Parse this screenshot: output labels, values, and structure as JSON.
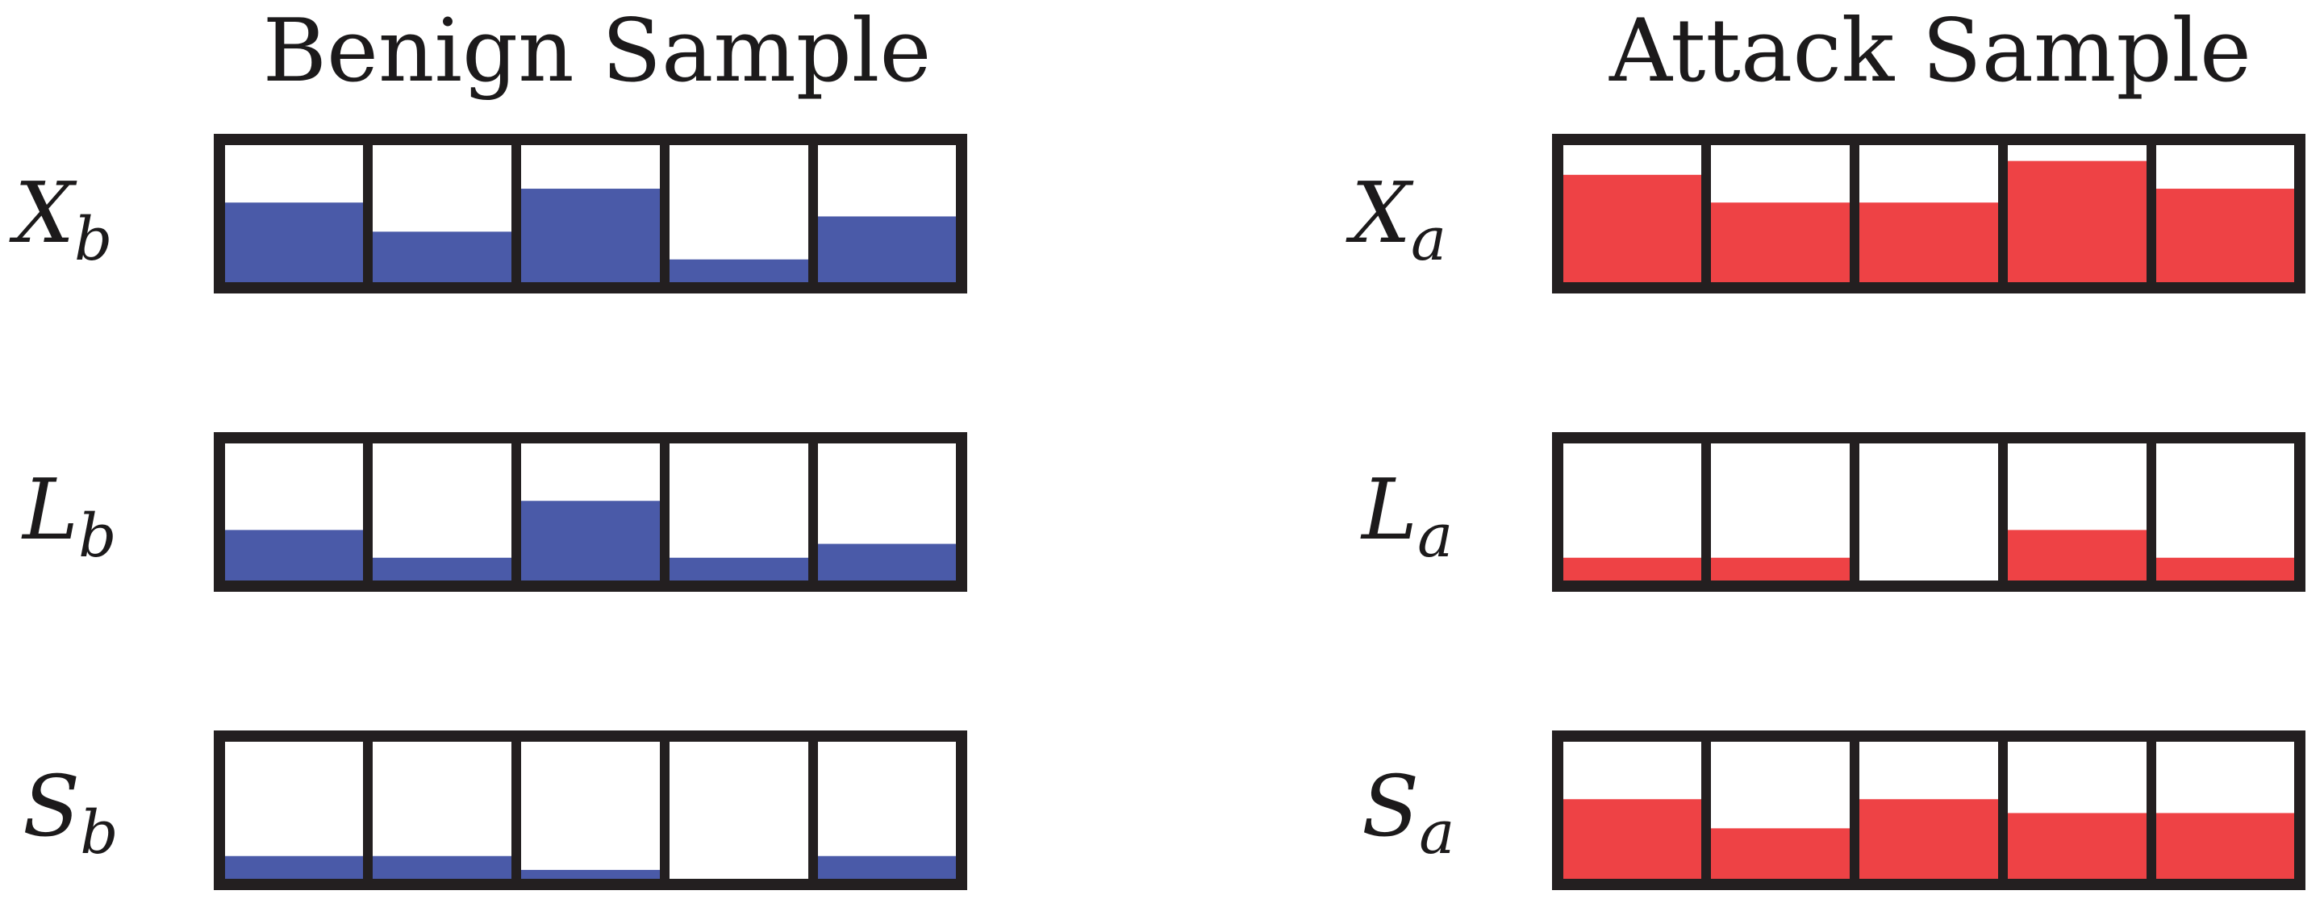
{
  "colors": {
    "benign": "#4a5aa8",
    "attack": "#ee4245",
    "frame": "#231f20",
    "text": "#1c1a1b"
  },
  "panels": [
    {
      "title": "Benign Sample",
      "color_key": "benign",
      "rows": [
        {
          "base": "X",
          "sub": "b",
          "levels": [
            0.58,
            0.37,
            0.68,
            0.17,
            0.48
          ]
        },
        {
          "base": "L",
          "sub": "b",
          "levels": [
            0.37,
            0.17,
            0.58,
            0.17,
            0.27
          ]
        },
        {
          "base": "S",
          "sub": "b",
          "levels": [
            0.17,
            0.17,
            0.07,
            0.0,
            0.17
          ]
        }
      ]
    },
    {
      "title": "Attack Sample",
      "color_key": "attack",
      "rows": [
        {
          "base": "X",
          "sub": "a",
          "levels": [
            0.78,
            0.58,
            0.58,
            0.88,
            0.68
          ]
        },
        {
          "base": "L",
          "sub": "a",
          "levels": [
            0.17,
            0.17,
            0.0,
            0.37,
            0.17
          ]
        },
        {
          "base": "S",
          "sub": "a",
          "levels": [
            0.58,
            0.37,
            0.58,
            0.48,
            0.48
          ]
        }
      ]
    }
  ]
}
